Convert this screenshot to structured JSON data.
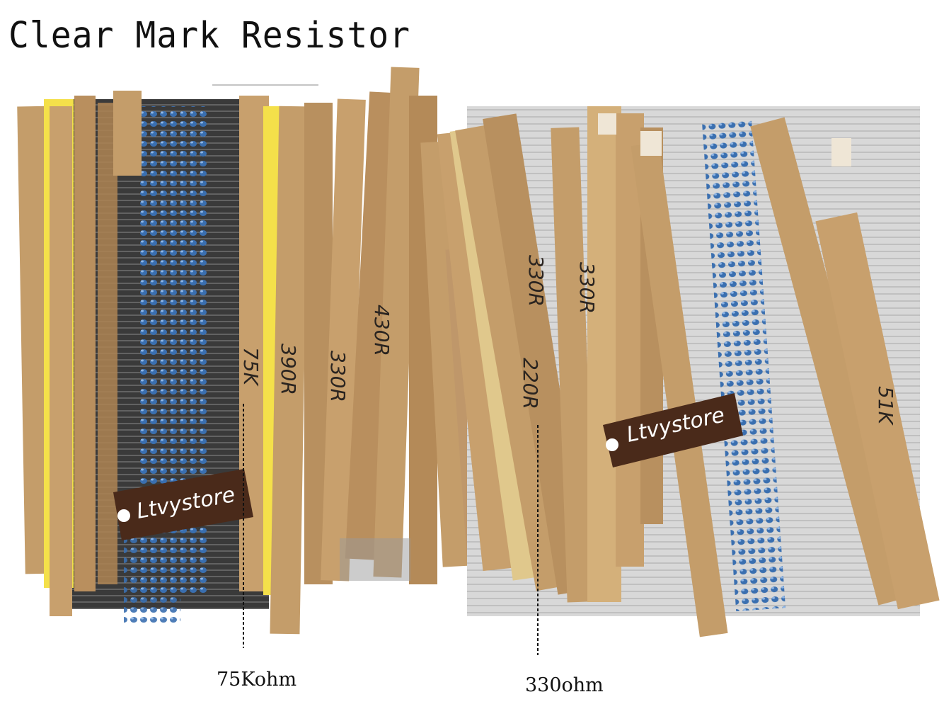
{
  "headline": "Clear Mark Resistor",
  "brand_tags": [
    {
      "text": "Ltvystore"
    },
    {
      "text": "Ltvystore"
    }
  ],
  "strip_labels": [
    "75K",
    "390R",
    "330R",
    "430R",
    "220R",
    "330R",
    "330R",
    "51K"
  ],
  "captions": {
    "left": "75Kohm",
    "right": "330ohm"
  },
  "colors": {
    "strip_paper": "#c49d6a",
    "strip_yellow": "#f4e04a",
    "resistor_blue": "#3a6fb0",
    "tag_brown": "#4a2a1a"
  }
}
